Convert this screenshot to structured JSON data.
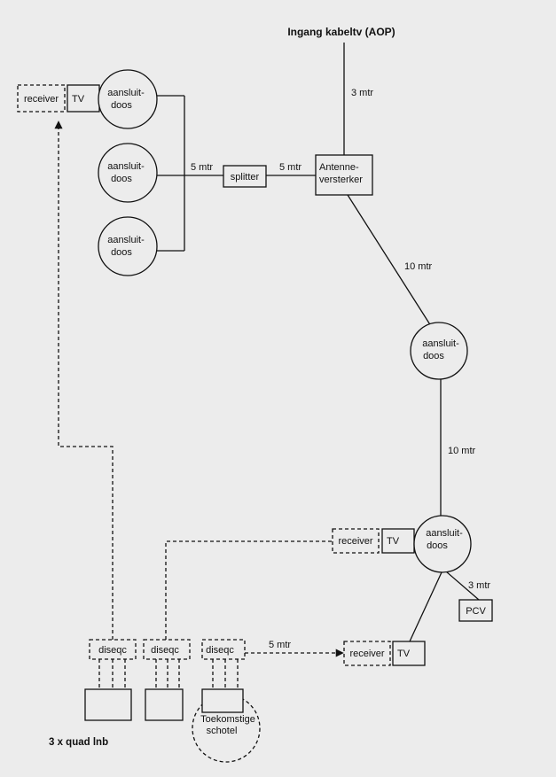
{
  "title": "Ingang kabeltv (AOP)",
  "footer_label": "3 x quad lnb",
  "colors": {
    "background": "#ececec",
    "line": "#111111"
  },
  "nodes": {
    "tv": "TV",
    "receiver": "receiver",
    "aansluitdoos_line1": "aansluit-",
    "aansluitdoos_line2": "doos",
    "splitter": "splitter",
    "versterker_line1": "Antenne-",
    "versterker_line2": "versterker",
    "diseqc": "diseqc",
    "pcv": "PCV",
    "schotel_line1": "Toekomstige",
    "schotel_line2": "schotel"
  },
  "distances": {
    "aop_to_versterker": "3 mtr",
    "splitter_to_versterker": "5 mtr",
    "dozen_to_splitter": "5 mtr",
    "versterker_to_doos": "10 mtr",
    "doos_to_doos": "10 mtr",
    "doos_to_pcv": "3 mtr",
    "diseqc_to_receiver": "5 mtr"
  }
}
